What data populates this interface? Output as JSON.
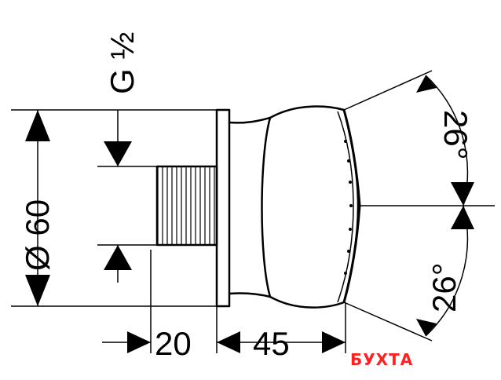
{
  "drawing": {
    "thread_label": "G ½",
    "diameter_label": "Ø 60",
    "dim_length_1": "20",
    "dim_length_2": "45",
    "angle_upper": "26°",
    "angle_lower": "26°"
  },
  "watermark": "БУХТА",
  "colors": {
    "line": "#000000",
    "watermark": "#ff2020",
    "background": "#ffffff"
  }
}
